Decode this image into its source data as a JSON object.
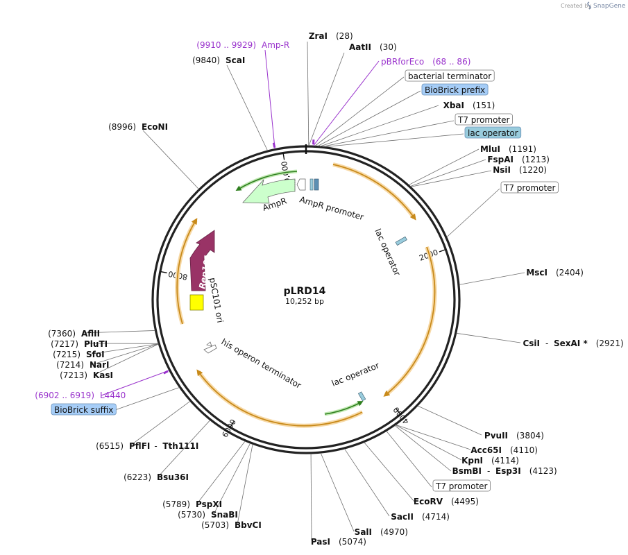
{
  "credit": {
    "prefix": "Created by",
    "brand": "SnapGene"
  },
  "plasmid": {
    "name": "pLRD14",
    "size_label": "10,252 bp",
    "length": 10252
  },
  "ticks": [
    {
      "pos": 2000,
      "label": "2000"
    },
    {
      "pos": 4000,
      "label": "4000"
    },
    {
      "pos": 6000,
      "label": "6000"
    },
    {
      "pos": 8000,
      "label": "8000"
    },
    {
      "pos": 10000,
      "label": "10,000"
    }
  ],
  "labels": [
    {
      "id": "zrai",
      "name": "ZraI",
      "pos": "(28)",
      "bp": 28,
      "kind": "site"
    },
    {
      "id": "aatii",
      "name": "AatII",
      "pos": "(30)",
      "bp": 30,
      "kind": "site"
    },
    {
      "id": "pbrforeco",
      "name": "pBRforEco",
      "pos": "(68 .. 86)",
      "bp": 77,
      "kind": "primer"
    },
    {
      "id": "bact-term",
      "name": "bacterial terminator",
      "bp": 95,
      "kind": "box",
      "color": "#ffffff"
    },
    {
      "id": "biobrick-prefix",
      "name": "BioBrick prefix",
      "bp": 125,
      "kind": "box",
      "color": "#a6cdf7"
    },
    {
      "id": "xbai",
      "name": "XbaI",
      "pos": "(151)",
      "bp": 151,
      "kind": "site"
    },
    {
      "id": "t7-promoter-1",
      "name": "T7 promoter",
      "bp": 175,
      "kind": "box",
      "color": "#ffffff"
    },
    {
      "id": "lac-operator-box",
      "name": "lac operator",
      "bp": 195,
      "kind": "box",
      "color": "#99ccdd"
    },
    {
      "id": "mlui",
      "name": "MluI",
      "pos": "(1191)",
      "bp": 1191,
      "kind": "site"
    },
    {
      "id": "fspai",
      "name": "FspAI",
      "pos": "(1213)",
      "bp": 1213,
      "kind": "site"
    },
    {
      "id": "nsii",
      "name": "NsiI",
      "pos": "(1220)",
      "bp": 1220,
      "kind": "site"
    },
    {
      "id": "t7-promoter-2",
      "name": "T7 promoter",
      "bp": 1880,
      "kind": "box",
      "color": "#ffffff"
    },
    {
      "id": "msci",
      "name": "MscI",
      "pos": "(2404)",
      "bp": 2404,
      "kind": "site"
    },
    {
      "id": "csii",
      "name": "CsiI",
      "name2": "SexAI *",
      "pos": "(2921)",
      "bp": 2921,
      "kind": "site2"
    },
    {
      "id": "pvuii",
      "name": "PvuII",
      "pos": "(3804)",
      "bp": 3804,
      "kind": "site"
    },
    {
      "id": "acc65i",
      "name": "Acc65I",
      "pos": "(4110)",
      "bp": 4110,
      "kind": "site"
    },
    {
      "id": "kpni",
      "name": "KpnI",
      "pos": "(4114)",
      "bp": 4114,
      "kind": "site"
    },
    {
      "id": "bsmbi",
      "name": "BsmBI",
      "name2": "Esp3I",
      "pos": "(4123)",
      "bp": 4123,
      "kind": "site2"
    },
    {
      "id": "t7-promoter-3",
      "name": "T7 promoter",
      "bp": 4230,
      "kind": "box",
      "color": "#ffffff"
    },
    {
      "id": "ecorv",
      "name": "EcoRV",
      "pos": "(4495)",
      "bp": 4495,
      "kind": "site"
    },
    {
      "id": "sacii",
      "name": "SacII",
      "pos": "(4714)",
      "bp": 4714,
      "kind": "site"
    },
    {
      "id": "sali",
      "name": "SalI",
      "pos": "(4970)",
      "bp": 4970,
      "kind": "site"
    },
    {
      "id": "pasi",
      "name": "PasI",
      "pos": "(5074)",
      "bp": 5074,
      "kind": "site"
    },
    {
      "id": "bbvci",
      "name": "BbvCI",
      "pos": "(5703)",
      "bp": 5703,
      "kind": "site"
    },
    {
      "id": "snabi",
      "name": "SnaBI",
      "pos": "(5730)",
      "bp": 5730,
      "kind": "site"
    },
    {
      "id": "pspxi",
      "name": "PspXI",
      "pos": "(5789)",
      "bp": 5789,
      "kind": "site"
    },
    {
      "id": "bsu36i",
      "name": "Bsu36I",
      "pos": "(6223)",
      "bp": 6223,
      "kind": "site"
    },
    {
      "id": "pflfi",
      "name": "PflFI",
      "name2": "Tth111I",
      "pos": "(6515)",
      "bp": 6515,
      "kind": "site2"
    },
    {
      "id": "biobrick-suffix",
      "name": "BioBrick suffix",
      "bp": 6700,
      "kind": "box",
      "color": "#a6cdf7"
    },
    {
      "id": "l4440",
      "name": "L4440",
      "pos": "(6902 .. 6919)",
      "bp": 6910,
      "kind": "primer"
    },
    {
      "id": "kasi",
      "name": "KasI",
      "pos": "(7213)",
      "bp": 7213,
      "kind": "site"
    },
    {
      "id": "nari",
      "name": "NarI",
      "pos": "(7214)",
      "bp": 7214,
      "kind": "site"
    },
    {
      "id": "sfoi",
      "name": "SfoI",
      "pos": "(7215)",
      "bp": 7215,
      "kind": "site"
    },
    {
      "id": "pluti",
      "name": "PluTI",
      "pos": "(7217)",
      "bp": 7217,
      "kind": "site"
    },
    {
      "id": "aflii",
      "name": "AflII",
      "pos": "(7360)",
      "bp": 7360,
      "kind": "site"
    },
    {
      "id": "econi",
      "name": "EcoNI",
      "pos": "(8996)",
      "bp": 8996,
      "kind": "site"
    },
    {
      "id": "scai",
      "name": "ScaI",
      "pos": "(9840)",
      "bp": 9840,
      "kind": "site"
    },
    {
      "id": "amp-r-primer",
      "name": "Amp-R",
      "pos": "(9910 .. 9929)",
      "bp": 9920,
      "kind": "primer"
    }
  ],
  "features": [
    {
      "id": "ampr",
      "label": "AmpR",
      "color": "#ccffcc",
      "stroke": "#666666"
    },
    {
      "id": "ampr-promoter",
      "label": "AmpR promoter",
      "color": "#ffffff",
      "stroke": "#666666"
    },
    {
      "id": "rep101",
      "label": "Rep101",
      "color": "#993366",
      "stroke": "#662244"
    },
    {
      "id": "psc101-ori",
      "label": "pSC101 ori",
      "color": "#ffff00",
      "stroke": "#888800"
    },
    {
      "id": "his-terminator",
      "label": "his operon terminator",
      "color": "#ffffff",
      "stroke": "#666666"
    },
    {
      "id": "lac-operator-1",
      "label": "lac operator",
      "color": "#99ccdd",
      "stroke": "#446677"
    },
    {
      "id": "lac-operator-2",
      "label": "lac operator",
      "color": "#99ccdd",
      "stroke": "#446677"
    }
  ]
}
